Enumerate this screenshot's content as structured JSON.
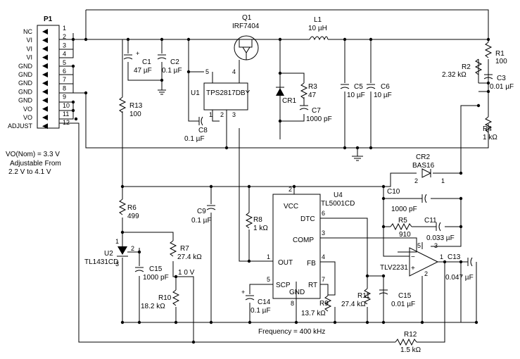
{
  "connector": {
    "name": "P1",
    "pins": [
      {
        "num": "1",
        "label": "NC"
      },
      {
        "num": "2",
        "label": "VI"
      },
      {
        "num": "3",
        "label": "VI"
      },
      {
        "num": "4",
        "label": "VI"
      },
      {
        "num": "5",
        "label": "GND"
      },
      {
        "num": "6",
        "label": "GND"
      },
      {
        "num": "7",
        "label": "GND"
      },
      {
        "num": "8",
        "label": "GND"
      },
      {
        "num": "9",
        "label": "GND"
      },
      {
        "num": "10",
        "label": "VO"
      },
      {
        "num": "11",
        "label": "VO"
      },
      {
        "num": "12",
        "label": "ADJUST"
      }
    ]
  },
  "notes": {
    "vo_nom": "VO(Nom) = 3.3 V",
    "adj_line1": "Adjustable From",
    "adj_line2": "2.2 V to 4.1 V",
    "frequency": "Frequency = 400 kHz",
    "node_10v": "1 0 V"
  },
  "components": {
    "q1": {
      "ref": "Q1",
      "part": "IRF7404"
    },
    "l1": {
      "ref": "L1",
      "value": "10 µH"
    },
    "r1": {
      "ref": "R1",
      "value": "100"
    },
    "r2": {
      "ref": "R2",
      "value": "2.32 kΩ"
    },
    "c3": {
      "ref": "C3",
      "value": "0.01 µF"
    },
    "r4": {
      "ref": "R4",
      "value": "1 kΩ"
    },
    "c1": {
      "ref": "C1",
      "value": "47 µF"
    },
    "c2": {
      "ref": "C2",
      "value": "0.1 µF"
    },
    "u1": {
      "ref": "U1",
      "part": "TPS2817DBY",
      "pins": [
        "5",
        "4",
        "1",
        "2",
        "3"
      ]
    },
    "c8": {
      "ref": "C8",
      "value": "0.1 µF"
    },
    "r3": {
      "ref": "R3",
      "value": "47"
    },
    "cr1": {
      "ref": "CR1"
    },
    "c7": {
      "ref": "C7",
      "value": "1000 pF"
    },
    "c5": {
      "ref": "C5",
      "value": "10 µF"
    },
    "c6": {
      "ref": "C6",
      "value": "10 µF"
    },
    "r13": {
      "ref": "R13",
      "value": "100"
    },
    "cr2": {
      "ref": "CR2",
      "part": "BAS16",
      "pins": [
        "2",
        "1"
      ]
    },
    "r6": {
      "ref": "R6",
      "value": "499"
    },
    "c9": {
      "ref": "C9",
      "value": "0.1 µF"
    },
    "r8": {
      "ref": "R8",
      "value": "1 kΩ"
    },
    "u2": {
      "ref": "U2",
      "part": "TL1431CD",
      "pins": [
        "1",
        "2",
        "3"
      ]
    },
    "r7": {
      "ref": "R7",
      "value": "27.4 kΩ"
    },
    "c15a": {
      "ref": "C15",
      "value": "1000 pF"
    },
    "r10": {
      "ref": "R10",
      "value": "18.2 kΩ"
    },
    "u4": {
      "ref": "U4",
      "part": "TL5001CD",
      "vcc": "VCC",
      "out": "OUT",
      "dtc": "DTC",
      "comp": "COMP",
      "fb": "FB",
      "scp": "SCP",
      "gnd": "GND",
      "rt": "RT",
      "pins": [
        "2",
        "6",
        "3",
        "1",
        "4",
        "5",
        "8",
        "7"
      ]
    },
    "c10": {
      "ref": "C10",
      "value": "1000 pF"
    },
    "r5": {
      "ref": "R5",
      "value": "910"
    },
    "c11": {
      "ref": "C11",
      "value": "0.033 µF"
    },
    "u3": {
      "part": "TLV2231",
      "pins": [
        "5",
        "3",
        "1",
        "2"
      ]
    },
    "c13": {
      "ref": "C13",
      "value": "0.047 µF"
    },
    "c14": {
      "ref": "C14",
      "value": "0.1 µF"
    },
    "r9": {
      "ref": "R9",
      "value": "13.7 kΩ"
    },
    "r11": {
      "ref": "R11",
      "value": "27.4 kΩ"
    },
    "c15b": {
      "ref": "C15",
      "value": "0.01 µF"
    },
    "r12": {
      "ref": "R12",
      "value": "1.5 kΩ"
    }
  }
}
